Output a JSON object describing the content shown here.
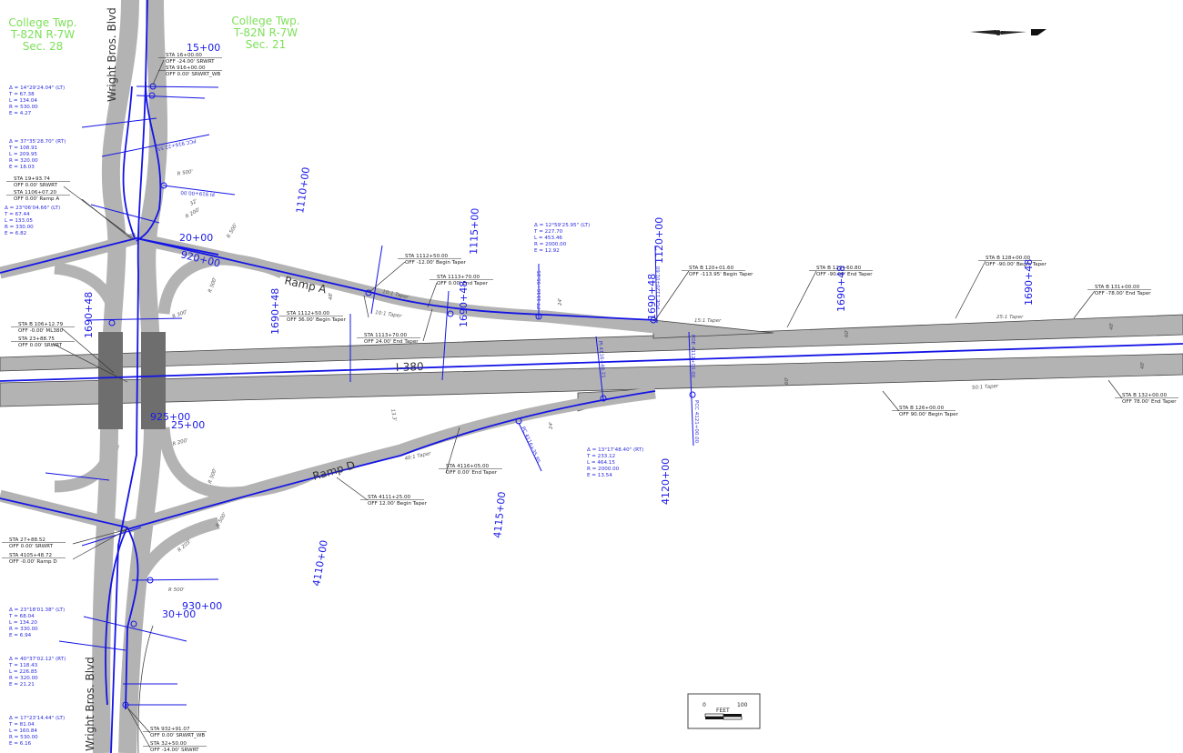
{
  "township_labels": [
    {
      "line1": "College Twp.",
      "line2": "T-82N   R-7W",
      "line3": "Sec. 28"
    },
    {
      "line1": "College Twp.",
      "line2": "T-82N   R-7W",
      "line3": "Sec. 21"
    }
  ],
  "road_labels": {
    "wright_top": "Wright Bros. Blvd",
    "wright_bottom": "Wright Bros. Blvd",
    "ramp_a": "Ramp A",
    "ramp_d": "Ramp D",
    "i380": "I-380"
  },
  "curve_data": [
    {
      "delta": "Δ = 14°29'24.04\" (LT)",
      "t": "T = 67.38",
      "l": "L = 134.04",
      "r": "R = 530.00",
      "e": "E = 4.27"
    },
    {
      "delta": "Δ = 37°35'28.70\" (RT)",
      "t": "T = 108.91",
      "l": "L = 209.95",
      "r": "R = 320.00",
      "e": "E = 18.03"
    },
    {
      "delta": "Δ = 23°06'04.66\" (LT)",
      "t": "T = 67.44",
      "l": "L = 133.05",
      "r": "R = 330.00",
      "e": "E = 6.82"
    },
    {
      "delta": "Δ = 12°59'25.95\" (LT)",
      "t": "T = 227.70",
      "l": "L = 453.46",
      "r": "R = 2000.00",
      "e": "E = 12.92"
    },
    {
      "delta": "Δ = 13°17'48.40\" (RT)",
      "t": "T = 233.12",
      "l": "L = 464.15",
      "r": "R = 2000.00",
      "e": "E = 13.54"
    },
    {
      "delta": "Δ = 23°18'01.38\" (LT)",
      "t": "T = 68.04",
      "l": "L = 134.20",
      "r": "R = 330.00",
      "e": "E = 6.94"
    },
    {
      "delta": "Δ = 40°37'02.12\" (RT)",
      "t": "T = 118.43",
      "l": "L = 226.85",
      "r": "R = 320.00",
      "e": "E = 21.21"
    },
    {
      "delta": "Δ = 17°23'14.44\" (LT)",
      "t": "T = 81.04",
      "l": "L = 160.84",
      "r": "R = 530.00",
      "e": "E = 6.16"
    }
  ],
  "callouts": [
    {
      "sta": "STA 16+00.00",
      "off": "OFF -24.00' SRWRT"
    },
    {
      "sta": "STA 916+00.00",
      "off": "OFF 0.00' SRWRT_WB"
    },
    {
      "sta": "STA 19+93.74",
      "off": "OFF 0.00' SRWRT"
    },
    {
      "sta": "STA 1106+07.20",
      "off": "OFF 0.00' Ramp A"
    },
    {
      "sta": "STA 1112+50.00",
      "off": "OFF -12.00' Begin Taper"
    },
    {
      "sta": "STA 1113+70.00",
      "off": "OFF 0.00' End Taper"
    },
    {
      "sta": "STA 1112+50.00",
      "off": "OFF 36.00' Begin Taper"
    },
    {
      "sta": "STA 1113+70.00",
      "off": "OFF 24.00' End Taper"
    },
    {
      "sta": "STA B 120+01.60",
      "off": "OFF -113.95' Begin Taper"
    },
    {
      "sta": "STA B 123+60.80",
      "off": "OFF -90.00' End Taper"
    },
    {
      "sta": "STA B 128+00.00",
      "off": "OFF -90.00' Begin Taper"
    },
    {
      "sta": "STA B 131+00.00",
      "off": "OFF -78.00' End Taper"
    },
    {
      "sta": "STA B 106+12.79",
      "off": "OFF -0.00' ML380"
    },
    {
      "sta": "STA 23+88.75",
      "off": "OFF 0.00' SRWRT"
    },
    {
      "sta": "STA B 126+00.00",
      "off": "OFF 90.00' Begin Taper"
    },
    {
      "sta": "STA B 132+00.00",
      "off": "OFF 78.00' End Taper"
    },
    {
      "sta": "STA 4116+05.00",
      "off": "OFF 0.00' End Taper"
    },
    {
      "sta": "STA 4111+25.00",
      "off": "OFF 12.00' Begin Taper"
    },
    {
      "sta": "STA 27+88.52",
      "off": "OFF 0.00' SRWRT"
    },
    {
      "sta": "STA 4105+48.72",
      "off": "OFF -0.00' Ramp D"
    },
    {
      "sta": "STA 932+91.07",
      "off": "OFF 0.00' SRWRT_WB"
    },
    {
      "sta": "STA 32+50.00",
      "off": "OFF -14.00' SRWRT"
    }
  ],
  "stations": {
    "s15": "15+00",
    "s20": "20+00",
    "s920": "920+00",
    "s25": "25+00",
    "s925": "925+00",
    "s930": "930+00",
    "s30": "30+00",
    "s1110": "1110+00",
    "s1115": "1115+00",
    "s1120": "1120+00",
    "s4110": "4110+00",
    "s4115": "4115+00",
    "s4120": "4120+00",
    "ml": "1690+48"
  },
  "point_labels": {
    "pt1116": "PT 1116+95.25",
    "poe1120": "POE 1120+01.60",
    "pi4116": "PI 4116+48.21",
    "poe4112": "POE 4112+00.00",
    "pcc4121": "PCC 4121+00.00",
    "pc4116": "PC 4116+35.85",
    "pcc91622": "PCC 916+22.55",
    "pi91900": "PI 919+00.00"
  },
  "tapers": {
    "a1": "10:1 Taper",
    "a2": "10:1 Taper",
    "t15": "15:1 Taper",
    "t25": "25:1 Taper",
    "t50": "50:1 Taper",
    "t40": "40:1 Taper"
  },
  "dims": {
    "r1": "R 500'",
    "d32": "32'",
    "r2": "R 200'",
    "r3": "R 500'",
    "r4": "R 500'",
    "r5": "R 300'",
    "r6": "R 200'",
    "r7": "R 500'",
    "r8": "R 205'",
    "r9": "R 500'",
    "r10": "R 500'",
    "w24a": "24'",
    "w60a": "60'",
    "w48a": "48'",
    "w60b": "60'",
    "w48b": "48'",
    "w24b": "24'",
    "w133": "13.3'",
    "w48c": "48'"
  },
  "scale": {
    "zero": "0",
    "unit": "FEET",
    "max": "100"
  },
  "colors": {
    "road": "#b3b3b3",
    "alignment": "#1414e6",
    "township": "#7ee05a",
    "bridge": "#6e6e6e"
  }
}
